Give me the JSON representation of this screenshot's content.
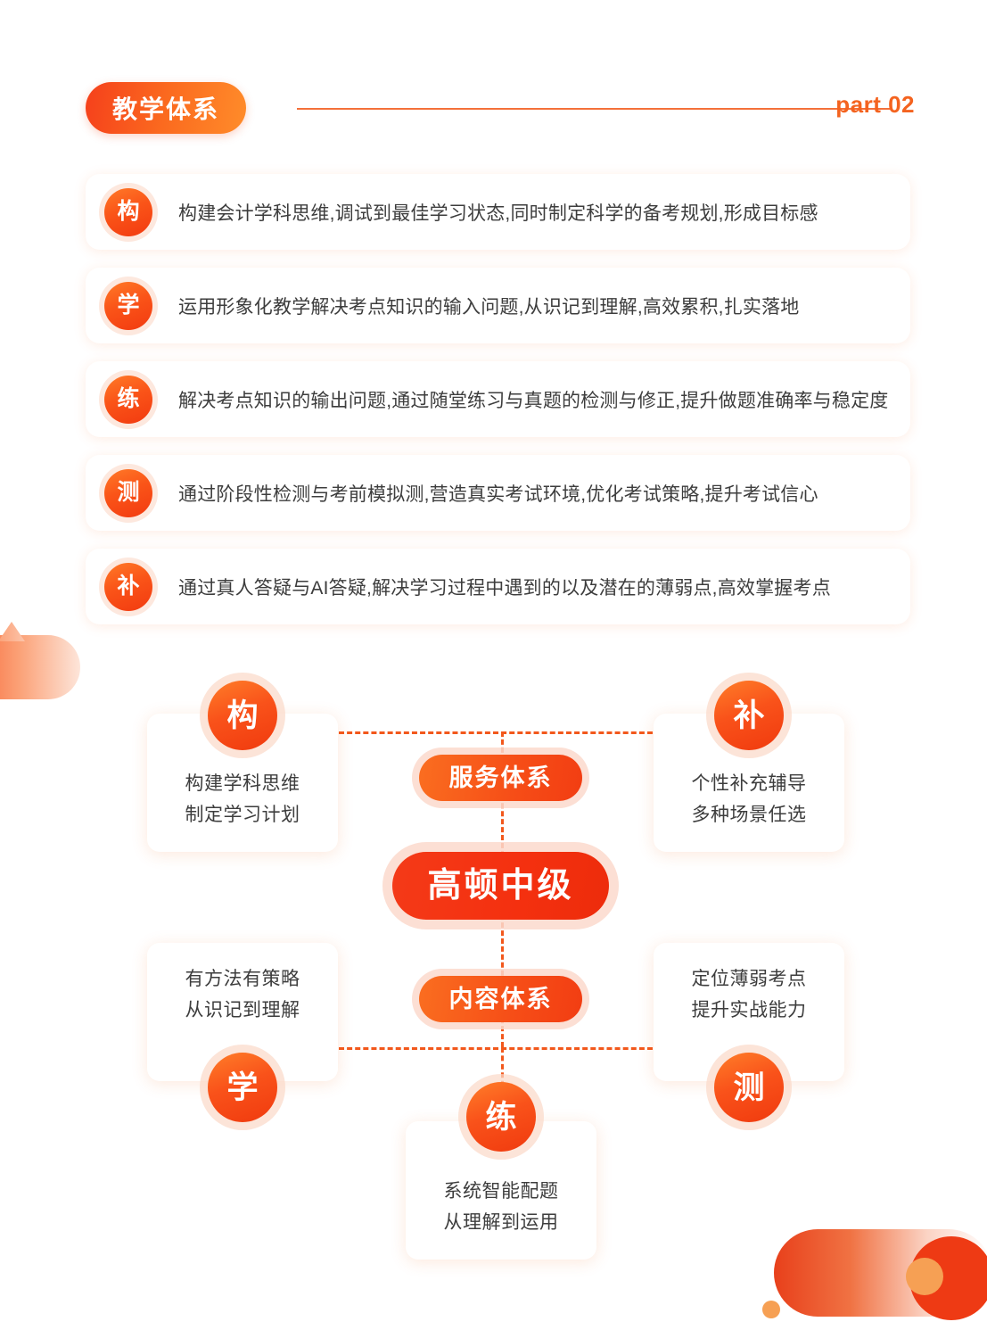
{
  "header": {
    "badge_label": "教学体系",
    "part_label": "part 02"
  },
  "features": [
    {
      "badge": "构",
      "text": "构建会计学科思维,调试到最佳学习状态,同时制定科学的备考规划,形成目标感"
    },
    {
      "badge": "学",
      "text": "运用形象化教学解决考点知识的输入问题,从识记到理解,高效累积,扎实落地"
    },
    {
      "badge": "练",
      "text": "解决考点知识的输出问题,通过随堂练习与真题的检测与修正,提升做题准确率与稳定度"
    },
    {
      "badge": "测",
      "text": "通过阶段性检测与考前模拟测,营造真实考试环境,优化考试策略,提升考试信心"
    },
    {
      "badge": "补",
      "text": "通过真人答疑与AI答疑,解决学习过程中遇到的以及潜在的薄弱点,高效掌握考点"
    }
  ],
  "diagram": {
    "center_label": "高顿中级",
    "pill_service": "服务体系",
    "pill_content": "内容体系",
    "nodes": [
      {
        "badge": "构",
        "line1": "构建学科思维",
        "line2": "制定学习计划"
      },
      {
        "badge": "补",
        "line1": "个性补充辅导",
        "line2": "多种场景任选"
      },
      {
        "badge": "学",
        "line1": "有方法有策略",
        "line2": "从识记到理解"
      },
      {
        "badge": "测",
        "line1": "定位薄弱考点",
        "line2": "提升实战能力"
      },
      {
        "badge": "练",
        "line1": "系统智能配题",
        "line2": "从理解到运用"
      }
    ]
  },
  "colors": {
    "accent_orange": "#F4631F",
    "accent_red": "#F23D12",
    "gradient_start": "#F5401B",
    "gradient_end": "#FF8C2A",
    "text_dark": "#3D3D3D",
    "ring_light": "#FBD9C9"
  }
}
